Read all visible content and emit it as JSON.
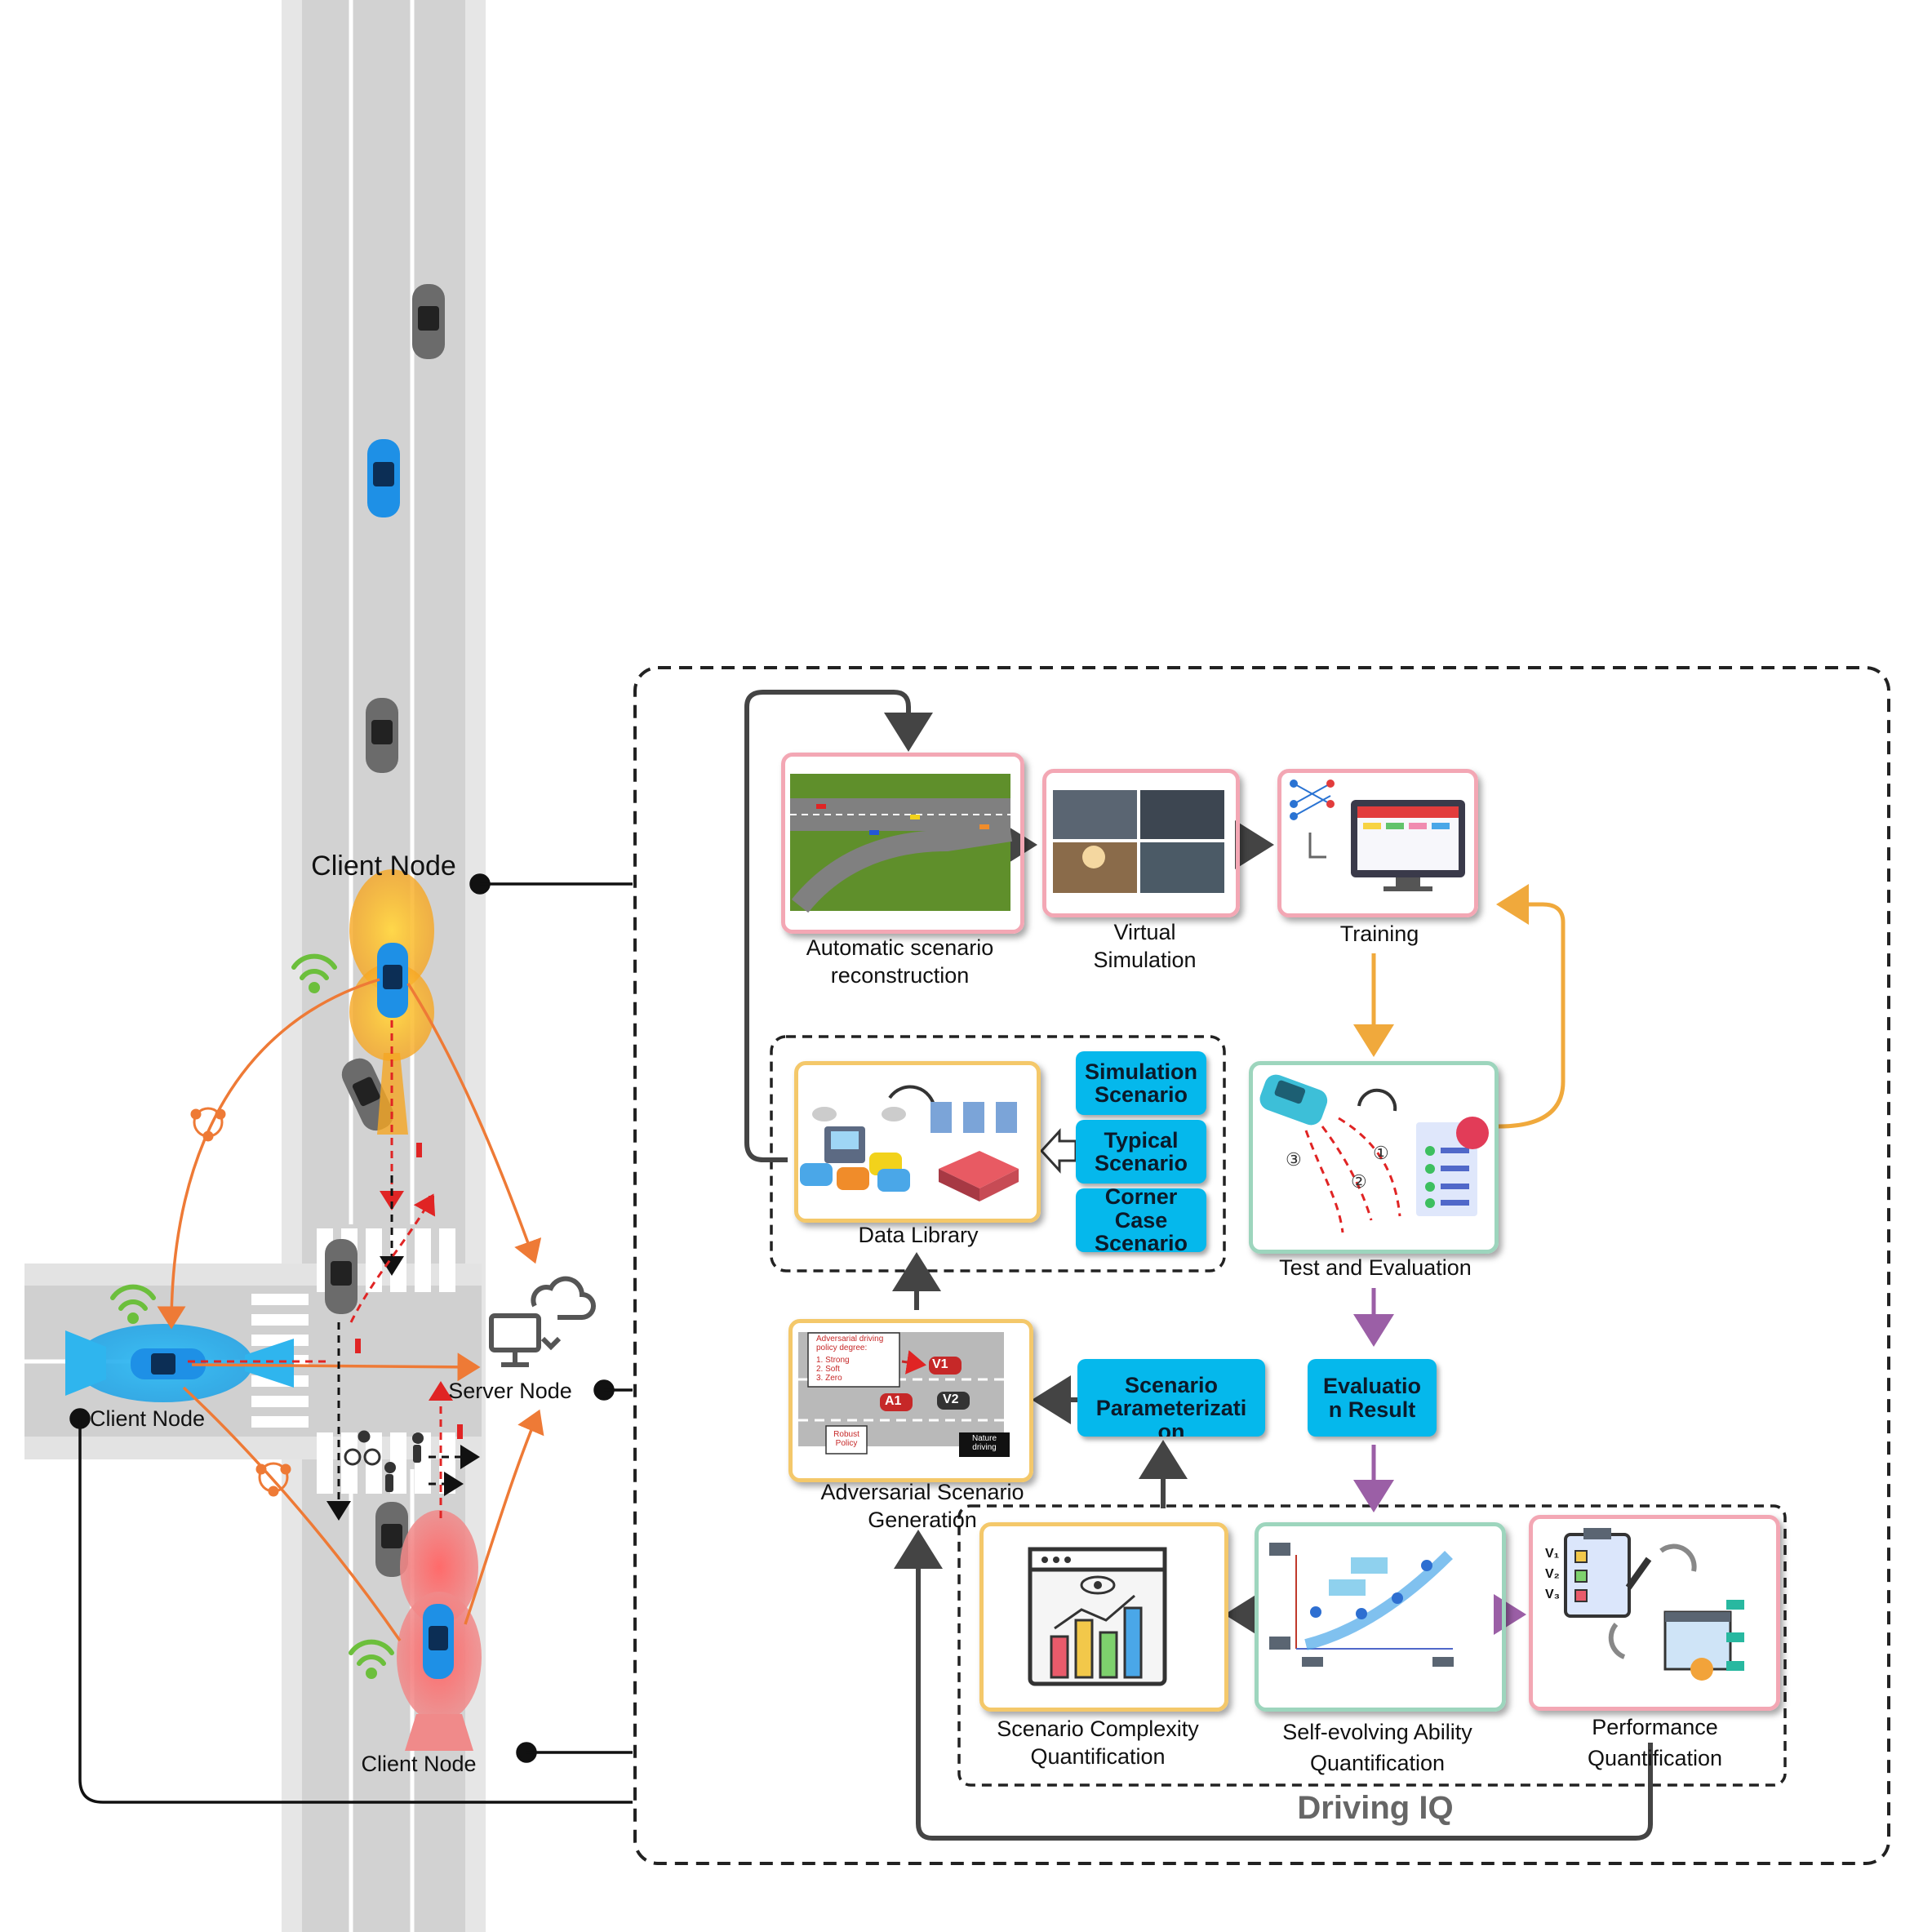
{
  "left_scene": {
    "client_node_top": "Client Node",
    "client_node_left": "Client Node",
    "client_node_bottom": "Client Node",
    "server_node": "Server Node"
  },
  "framework": {
    "pipeline": {
      "auto_scenario": "Automatic scenario\nreconstruction",
      "virtual_sim": "Virtual\nSimulation",
      "training": "Training",
      "test_eval": "Test and Evaluation",
      "data_library": "Data Library",
      "adversarial": "Adversarial Scenario\nGeneration"
    },
    "scenario_types": {
      "simulation": "Simulation\nScenario",
      "typical": "Typical\nScenario",
      "corner_case": "Corner Case\nScenario"
    },
    "scenario_param": "Scenario\nParameterizati\non",
    "evaluation_result": "Evaluatio\nn Result",
    "adversarial_inset": {
      "policy_title": "Adversarial driving\npolicy degree:",
      "policy_items": [
        "1.  Strong",
        "2.  Soft",
        "3.  Zero"
      ],
      "robust_policy": "Robust\nPolicy",
      "nature_driving": "Nature\ndriving",
      "vehicle_v1": "V1",
      "vehicle_a1": "A1",
      "vehicle_v2": "V2"
    },
    "test_markers": [
      "③",
      "②",
      "①"
    ],
    "performance_marks": [
      "V₁",
      "V₂",
      "V₃"
    ],
    "driving_iq": {
      "title": "Driving IQ",
      "complexity": "Scenario Complexity\nQuantification",
      "self_evolving": "Self-evolving Ability\nQuantification",
      "performance": "Performance\nQuantification"
    }
  },
  "colors": {
    "cyan": "#05b8ec",
    "orange_arrow": "#f0a93c",
    "purple_arrow": "#9b5fa6",
    "dark_arrow": "#444444",
    "pink_border": "#f3a7b4",
    "yellow_border": "#f4c86a",
    "green_border": "#9dd5bd"
  }
}
